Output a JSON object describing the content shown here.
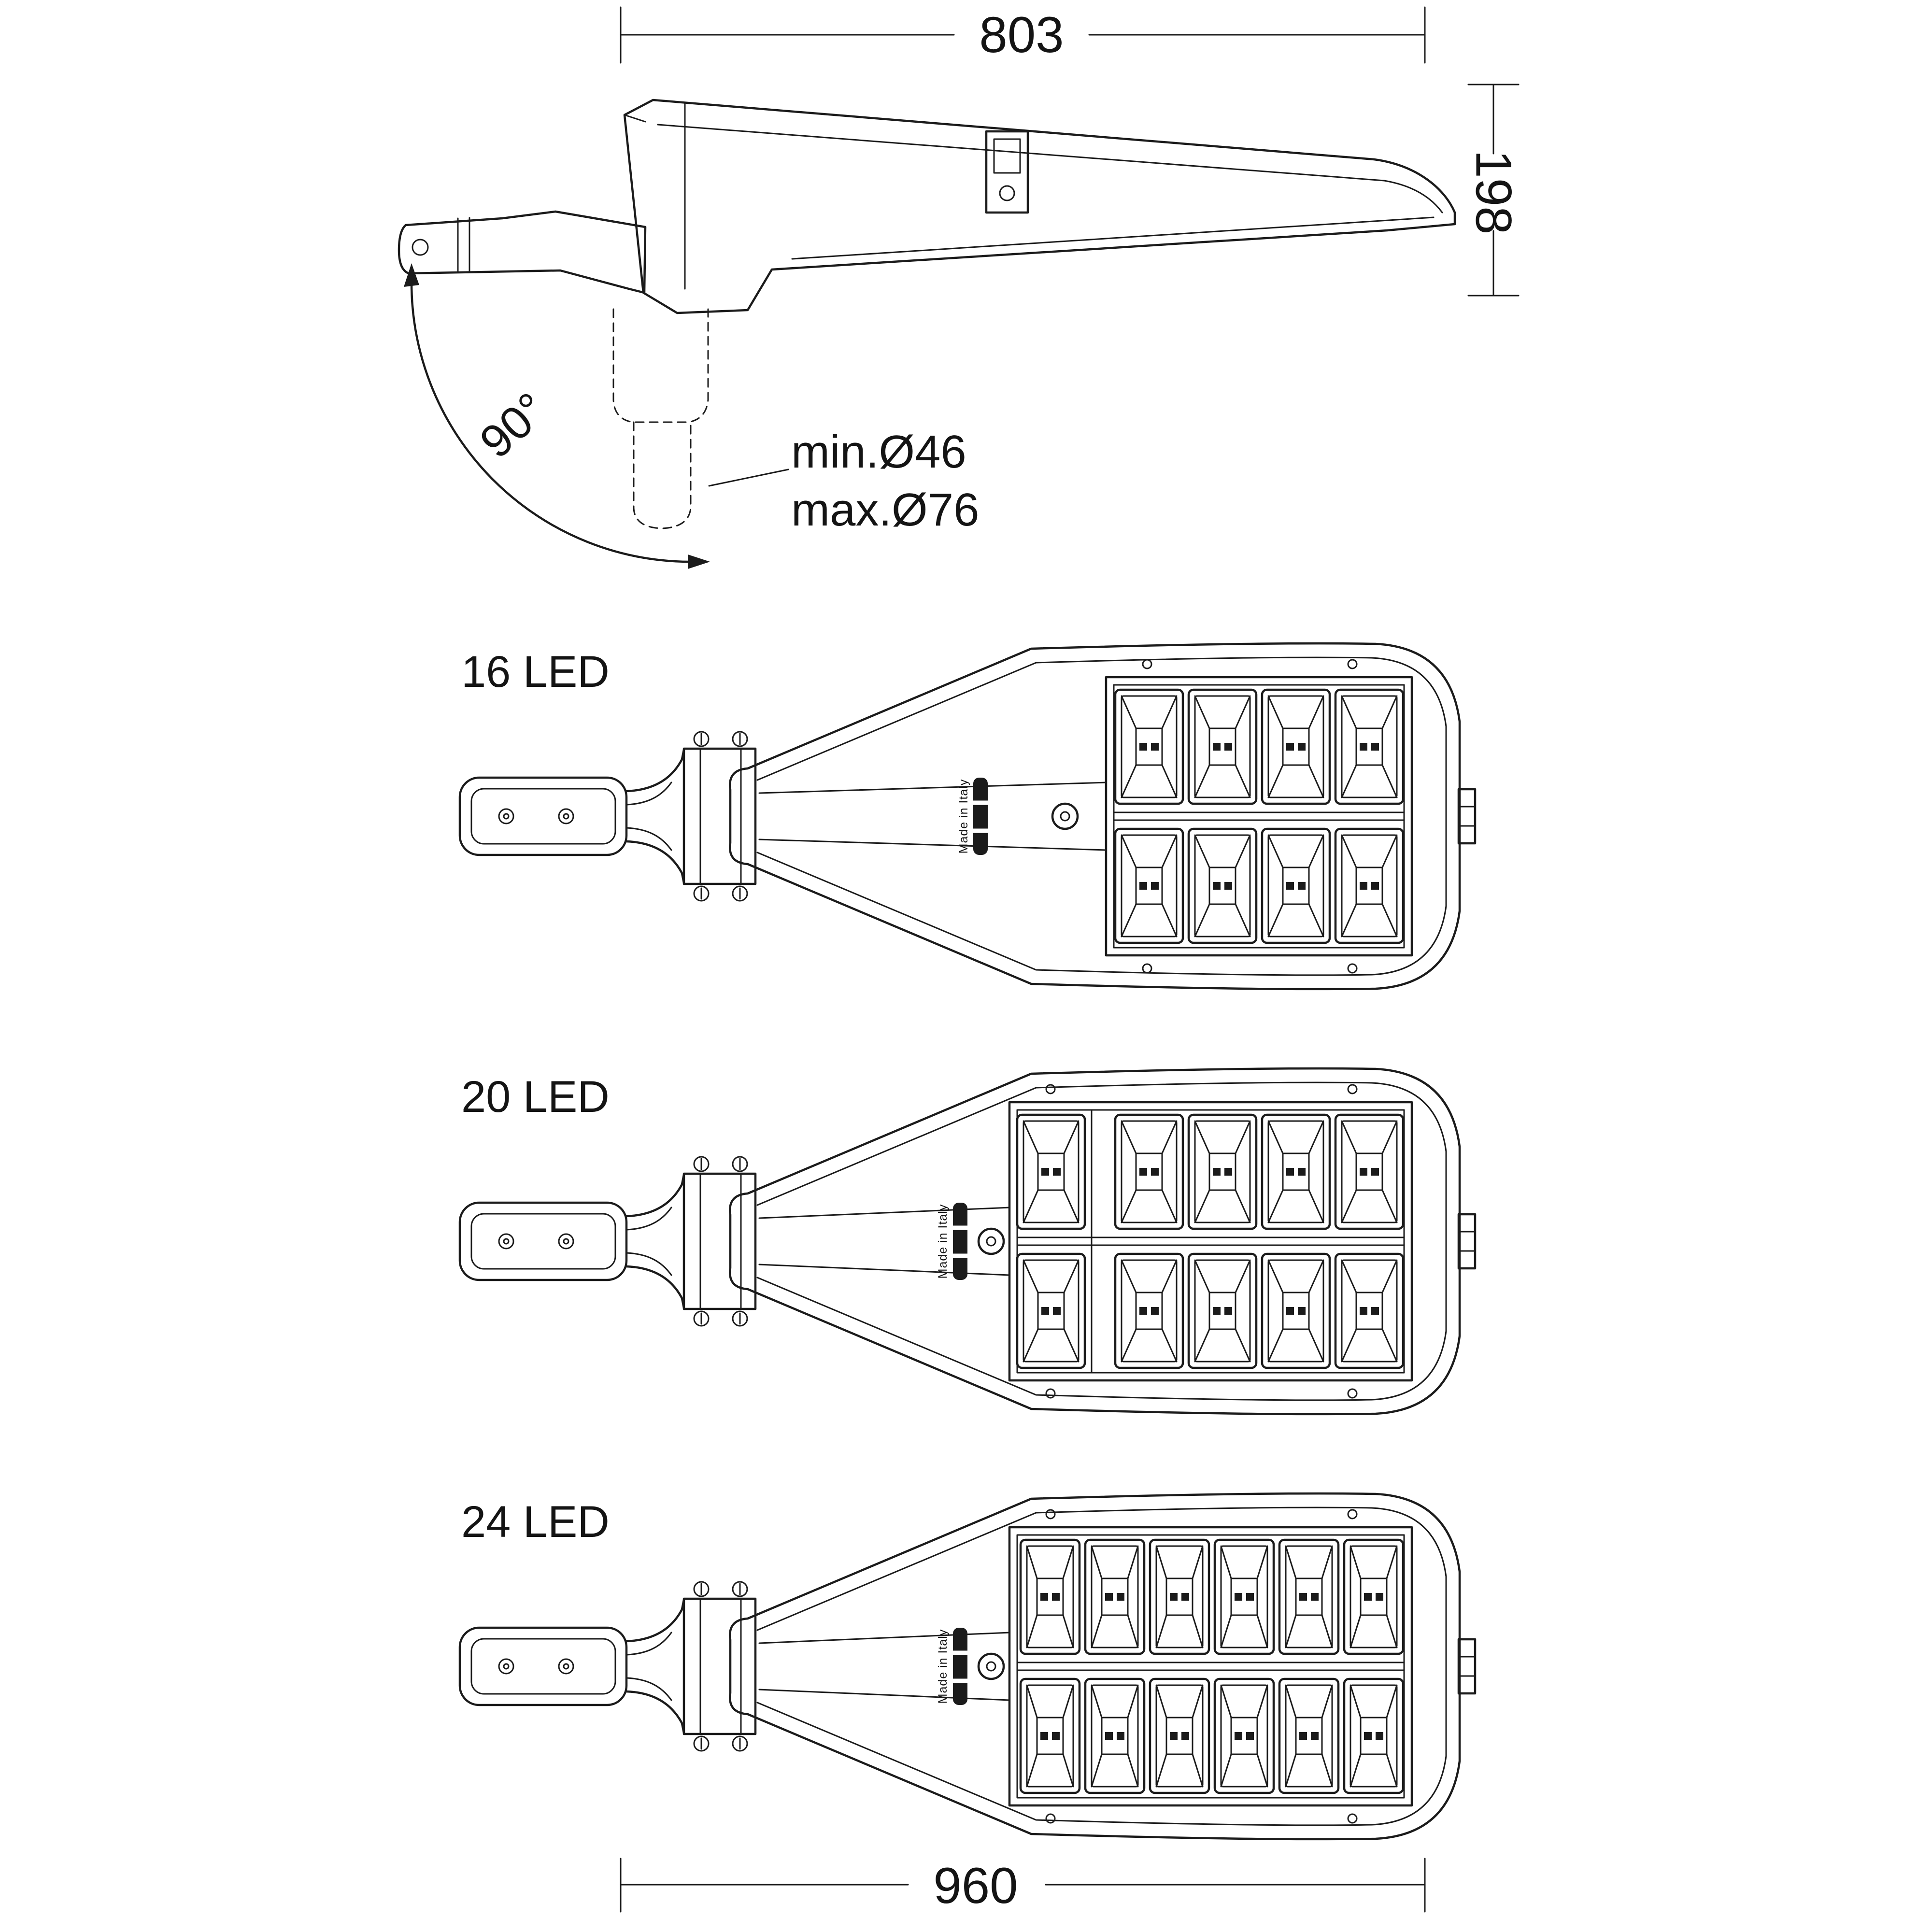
{
  "dimensions": {
    "top_width": "803",
    "height": "198",
    "bottom_width": "960",
    "rotation_angle": "90°",
    "pole_diameter_min": "min.Ø46",
    "pole_diameter_max": "max.Ø76"
  },
  "variants": [
    {
      "label": "16 LED",
      "led_count": 16,
      "module_rows": 2,
      "module_cols": 4,
      "has_extra_column": false,
      "leds_per_module": 2
    },
    {
      "label": "20 LED",
      "led_count": 20,
      "module_rows": 2,
      "module_cols": 4,
      "has_extra_column": true,
      "leds_per_module": 2
    },
    {
      "label": "24 LED",
      "led_count": 24,
      "module_rows": 2,
      "module_cols": 6,
      "has_extra_column": false,
      "leds_per_module": 2
    }
  ],
  "annotations": {
    "made_in": "Made in Italy"
  },
  "colors": {
    "line": "#1b1b1b",
    "background": "#ffffff"
  }
}
